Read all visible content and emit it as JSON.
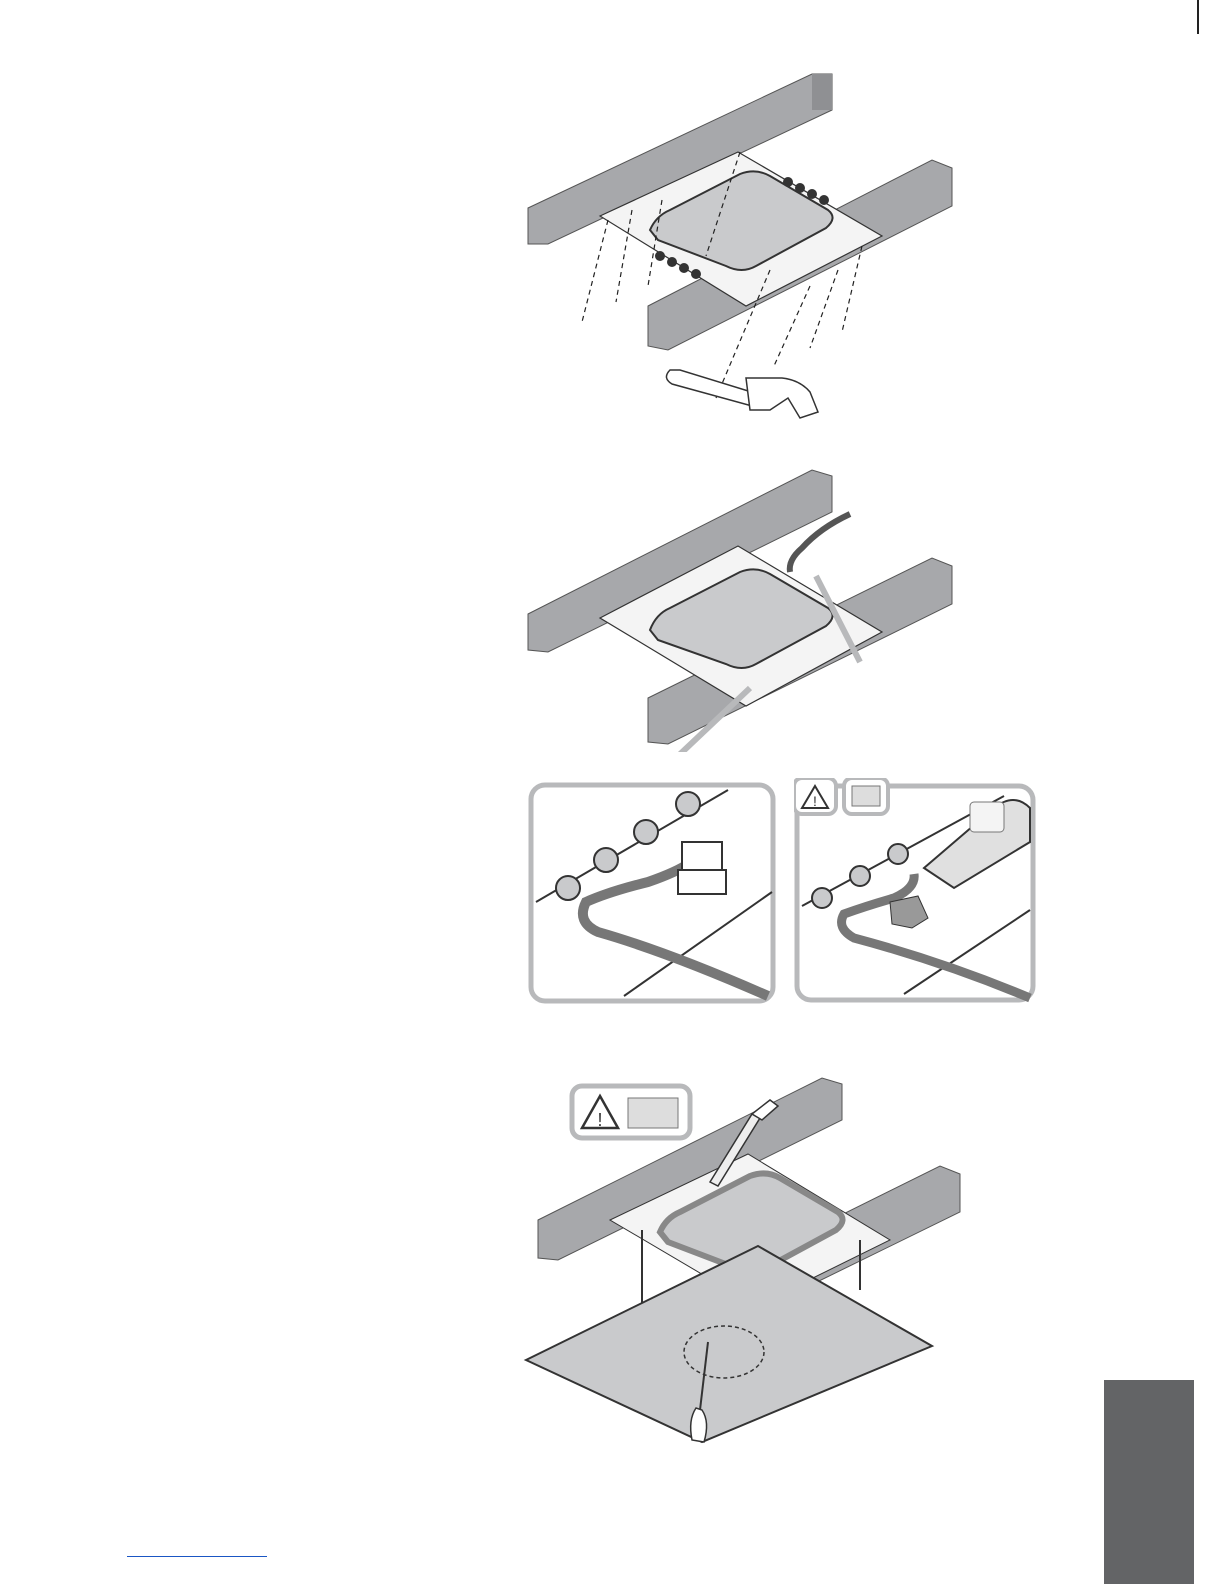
{
  "page": {
    "background": "#ffffff",
    "tab_color": "#636466",
    "beam_color": "#a7a8ab",
    "panel_color": "#c9cacc",
    "callout_frame_color": "#b8b9bb",
    "link_underline_color": "#1a56c4"
  },
  "steps": [
    {
      "illustration": "nail-backbox-to-joists",
      "tool": "hammer-icon"
    },
    {
      "illustration": "route-cable-through-gland",
      "callouts": [
        "cable-gland-detail",
        "apply-fire-sealant-detail"
      ],
      "warning_icons": [
        "warning-triangle-icon",
        "fire-rated-icon"
      ]
    },
    {
      "illustration": "seal-backbox-and-cut-ceiling",
      "tools": [
        "caulk-gun-icon",
        "drywall-saw-icon"
      ],
      "warning_icons": [
        "warning-triangle-icon",
        "fire-rated-icon"
      ]
    }
  ]
}
